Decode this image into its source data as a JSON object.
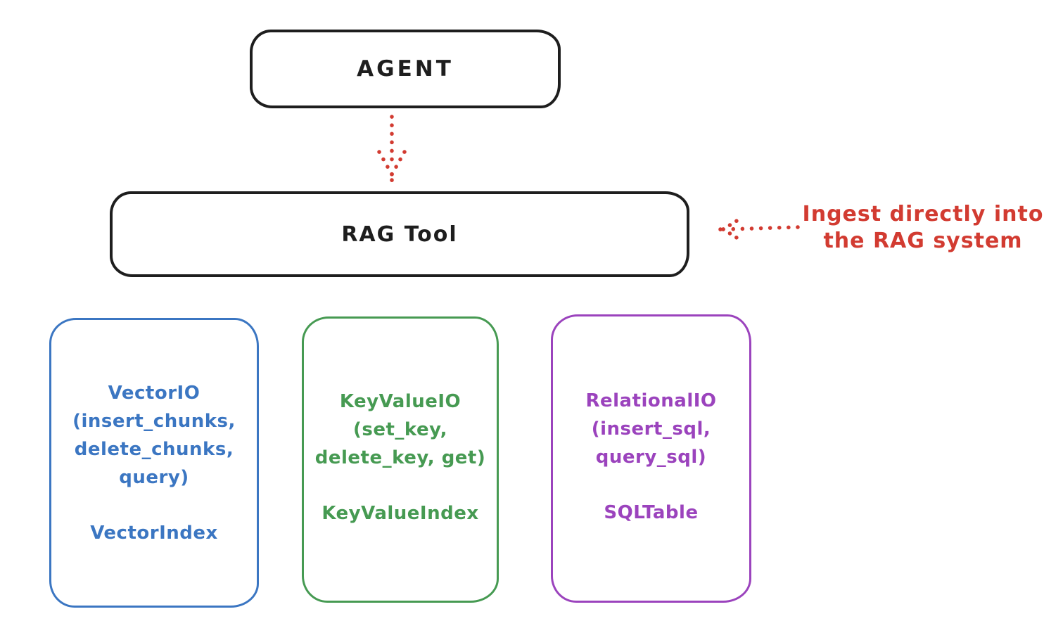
{
  "agent_box": {
    "label": "AGENT"
  },
  "rag_tool_box": {
    "label": "RAG Tool"
  },
  "annotation": {
    "line1": "Ingest directly into",
    "line2": "the RAG system"
  },
  "boxes": [
    {
      "name": "vector-io",
      "accent": "#3b76c2",
      "lines": [
        "VectorIO",
        "(insert_chunks,",
        "delete_chunks,",
        "query)"
      ],
      "index_label": "VectorIndex"
    },
    {
      "name": "key-value-io",
      "accent": "#469a52",
      "lines": [
        "KeyValueIO",
        "(set_key,",
        "delete_key, get)"
      ],
      "index_label": "KeyValueIndex"
    },
    {
      "name": "relational-io",
      "accent": "#9b43bd",
      "lines": [
        "RelationalIO",
        "(insert_sql,",
        "query_sql)"
      ],
      "index_label": "SQLTable"
    }
  ],
  "colors": {
    "stroke_black": "#1e1e1e",
    "arrow_red": "#d23b31",
    "blue": "#3b76c2",
    "green": "#469a52",
    "purple": "#9b43bd",
    "background": "#ffffff"
  }
}
